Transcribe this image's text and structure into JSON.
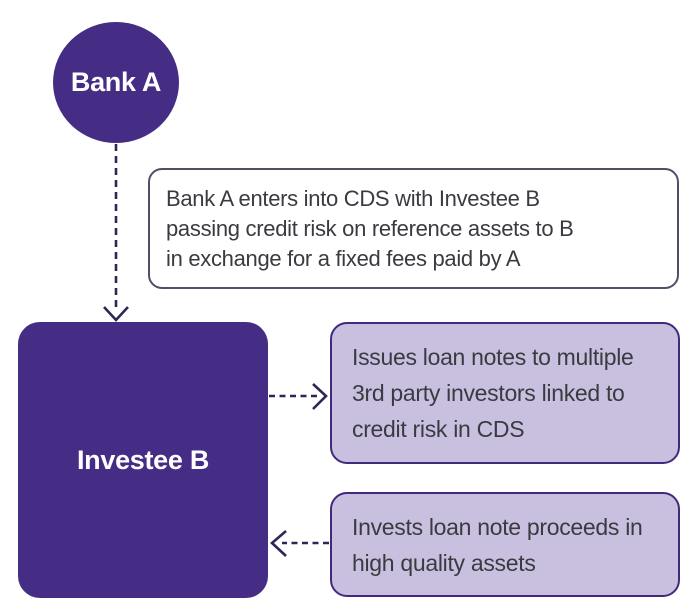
{
  "nodes": {
    "bank_a": {
      "label": "Bank A",
      "shape": "circle",
      "fill": "#452c85",
      "text_color": "#ffffff"
    },
    "investee_b": {
      "label": "Investee B",
      "shape": "rounded-rect",
      "fill": "#452c85",
      "text_color": "#ffffff"
    }
  },
  "notes": {
    "cds": {
      "style": "white-outlined",
      "lines": [
        "Bank A enters into CDS with Investee B",
        "passing credit risk on reference assets to B",
        "in exchange for a fixed fees paid by A"
      ]
    },
    "issues": {
      "style": "lavender",
      "lines": [
        "Issues loan notes to multiple",
        "3rd party investors linked to",
        "credit risk in CDS"
      ]
    },
    "invests": {
      "style": "lavender",
      "lines": [
        "Invests loan note proceeds in",
        "high quality assets"
      ]
    }
  },
  "arrows": [
    {
      "from": "bank_a",
      "to": "investee_b",
      "direction": "down",
      "style": "dashed",
      "label": ""
    },
    {
      "from": "investee_b",
      "to": "issues_note",
      "direction": "right",
      "style": "dashed",
      "label": ""
    },
    {
      "from": "invests_note",
      "to": "investee_b",
      "direction": "left",
      "style": "dashed",
      "label": ""
    }
  ],
  "colors": {
    "node_purple": "#452c85",
    "note_lavender": "#c9c0e0",
    "note_lavender_border": "#3f2a7e",
    "note_white_border": "#514e66",
    "arrow": "#2e2657",
    "body_text": "#3a3a41",
    "background": "#ffffff"
  }
}
